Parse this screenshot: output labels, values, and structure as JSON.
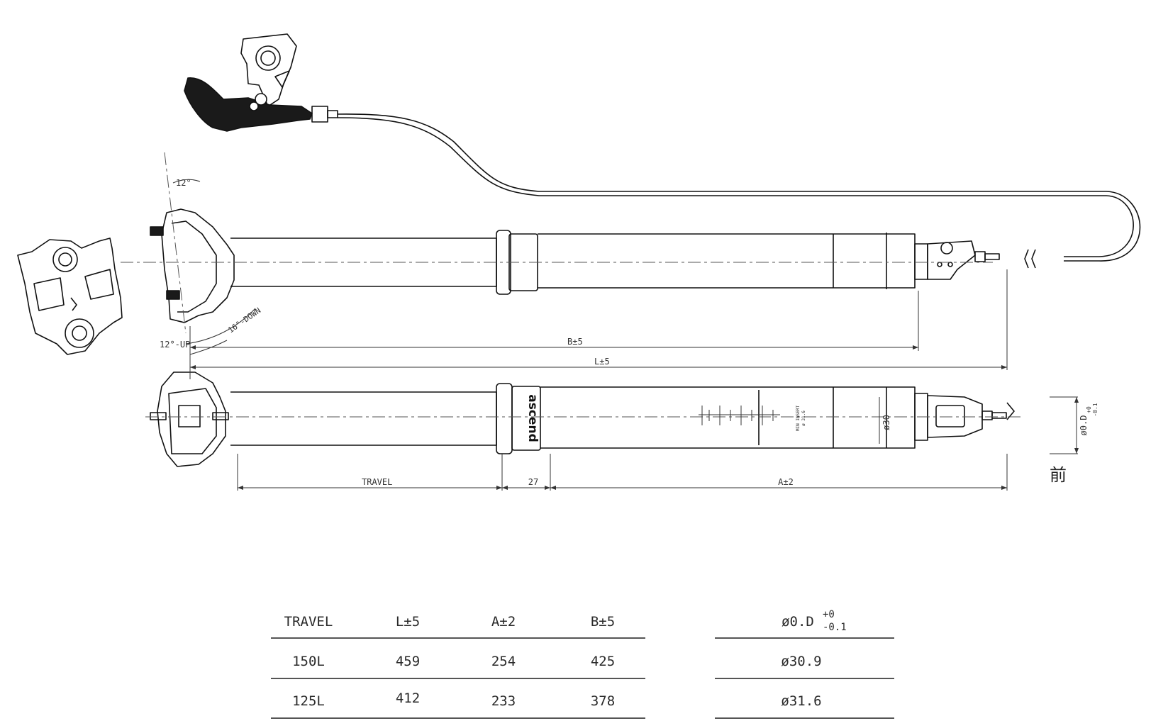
{
  "drawing": {
    "brand_mark": "ascend",
    "front_mark": "前",
    "dimensions": {
      "upper_angle": "12°",
      "down_angle": "16°-DOWN",
      "up_angle": "12°-UP",
      "b_length": "B±5",
      "l_length": "L±5",
      "travel": "TRAVEL",
      "collar": "27",
      "a_length": "A±2",
      "lower_diameter": "ø30",
      "outer_diameter": "ø0.D",
      "outer_tol_plus": "+0",
      "outer_tol_minus": "-0.1",
      "insert_label": "MIN INSERT",
      "insert_diameter": "ø 31.6"
    }
  },
  "table": {
    "headers": [
      "TRAVEL",
      "L±5",
      "A±2",
      "B±5"
    ],
    "od_header": {
      "label": "ø0.D",
      "tol_plus": "+0",
      "tol_minus": "-0.1"
    },
    "rows": [
      {
        "travel": "150L",
        "l": "459",
        "a": "254",
        "b": "425",
        "od": "ø30.9"
      },
      {
        "travel": "125L",
        "l": "412",
        "a": "233",
        "b": "378",
        "od": "ø31.6"
      }
    ]
  }
}
